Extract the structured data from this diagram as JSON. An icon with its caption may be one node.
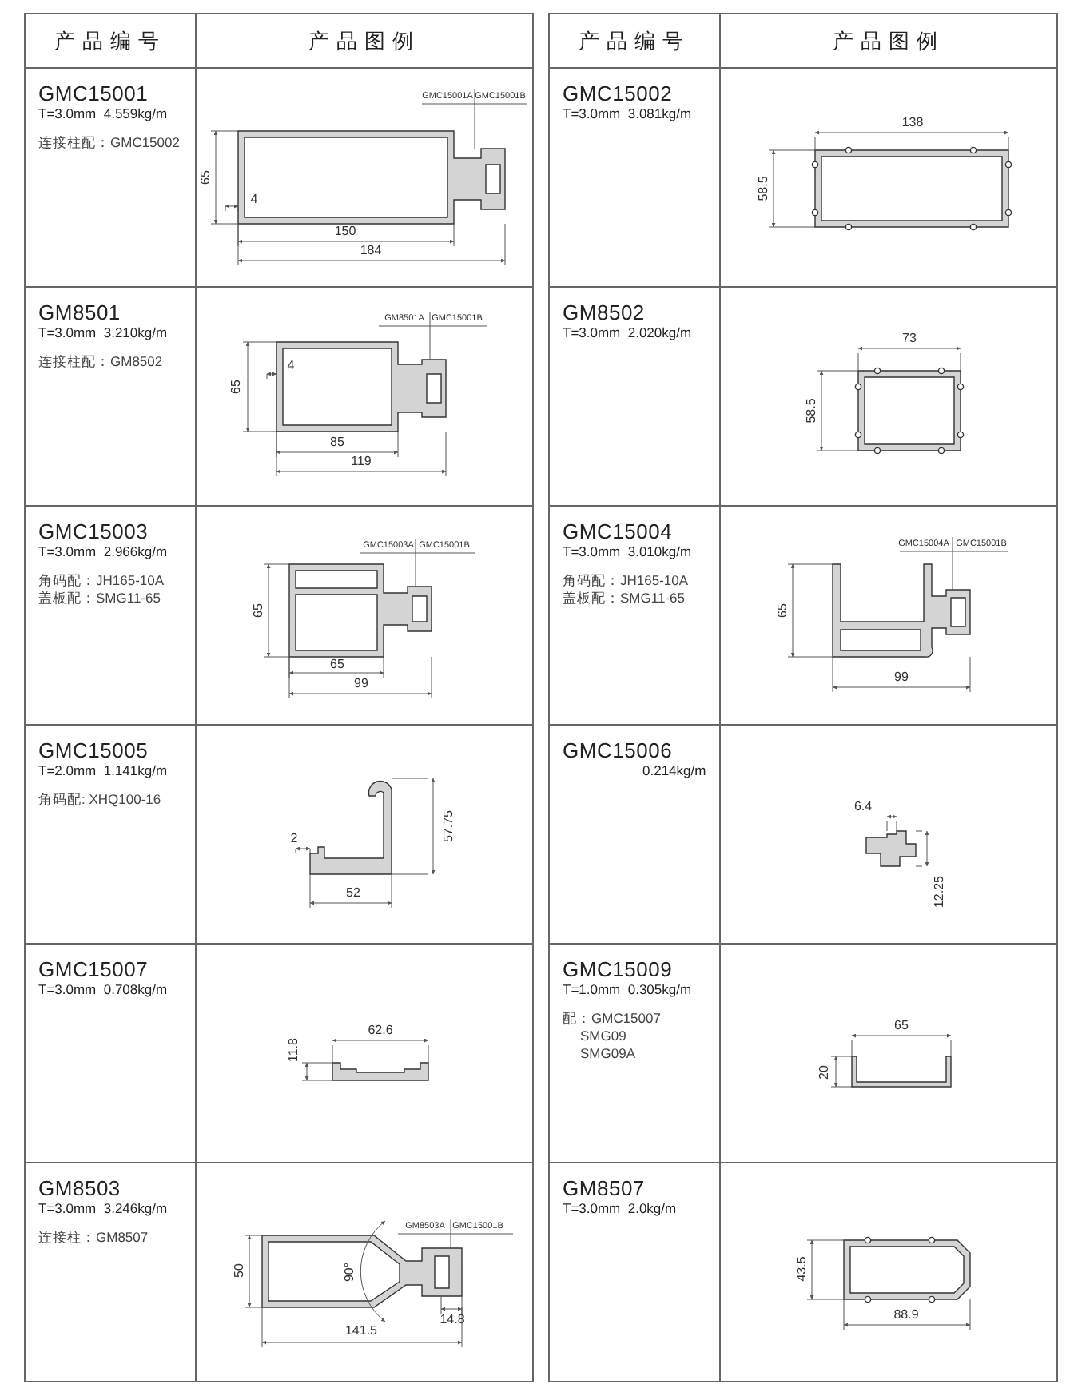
{
  "diagram": {
    "nodes": [
      {
        "text": [
          "产品编号"
        ]
      },
      {
        "text": [
          "产品图例"
        ]
      },
      {
        "text": [
          "产品编号"
        ]
      },
      {
        "text": [
          "产品图例"
        ]
      },
      {
        "text": [
          "GMC15001",
          "T=3.0mm  4.559kg/m",
          "连接柱配：GMC15002"
        ]
      },
      {
        "text": [
          "GMC15001A",
          "GMC15001B",
          "65",
          "4",
          "150",
          "184"
        ]
      },
      {
        "text": [
          "GMC15002",
          "T=3.0mm  3.081kg/m"
        ]
      },
      {
        "text": [
          "138",
          "58.5"
        ]
      },
      {
        "text": [
          "GM8501",
          "T=3.0mm  3.210kg/m",
          "连接柱配：GM8502"
        ]
      },
      {
        "text": [
          "GM8501A",
          "GMC15001B",
          "65",
          "4",
          "85",
          "119"
        ]
      },
      {
        "text": [
          "GM8502",
          "T=3.0mm  2.020kg/m"
        ]
      },
      {
        "text": [
          "73",
          "58.5"
        ]
      },
      {
        "text": [
          "GMC15003",
          "T=3.0mm  2.966kg/m",
          "角码配：JH165-10A",
          "盖板配：SMG11-65"
        ]
      },
      {
        "text": [
          "GMC15003A",
          "GMC15001B",
          "65",
          "65",
          "99"
        ]
      },
      {
        "text": [
          "GMC15004",
          "T=3.0mm  3.010kg/m",
          "角码配：JH165-10A",
          "盖板配：SMG11-65"
        ]
      },
      {
        "text": [
          "GMC15004A",
          "GMC15001B",
          "65",
          "99"
        ]
      },
      {
        "text": [
          "GMC15005",
          "T=2.0mm  1.141kg/m",
          "角码配: XHQ100-16"
        ]
      },
      {
        "text": [
          "57.75",
          "2",
          "52"
        ]
      },
      {
        "text": [
          "GMC15006",
          "0.214kg/m"
        ]
      },
      {
        "text": [
          "6.4",
          "12.25"
        ]
      },
      {
        "text": [
          "GMC15007",
          "T=3.0mm  0.708kg/m"
        ]
      },
      {
        "text": [
          "11.8",
          "62.6"
        ]
      },
      {
        "text": [
          "GMC15009",
          "T=1.0mm  0.305kg/m",
          "配：GMC15007",
          "SMG09",
          "SMG09A"
        ]
      },
      {
        "text": [
          "65",
          "20"
        ]
      },
      {
        "text": [
          "GM8503",
          "T=3.0mm  3.246kg/m",
          "连接柱：GM8507"
        ]
      },
      {
        "text": [
          "GM8503A",
          "GMC15001B",
          "50",
          "90°",
          "14.8",
          "141.5"
        ]
      },
      {
        "text": [
          "GM8507",
          "T=3.0mm  2.0kg/m"
        ]
      },
      {
        "text": [
          "43.5",
          "88.9"
        ]
      }
    ]
  }
}
